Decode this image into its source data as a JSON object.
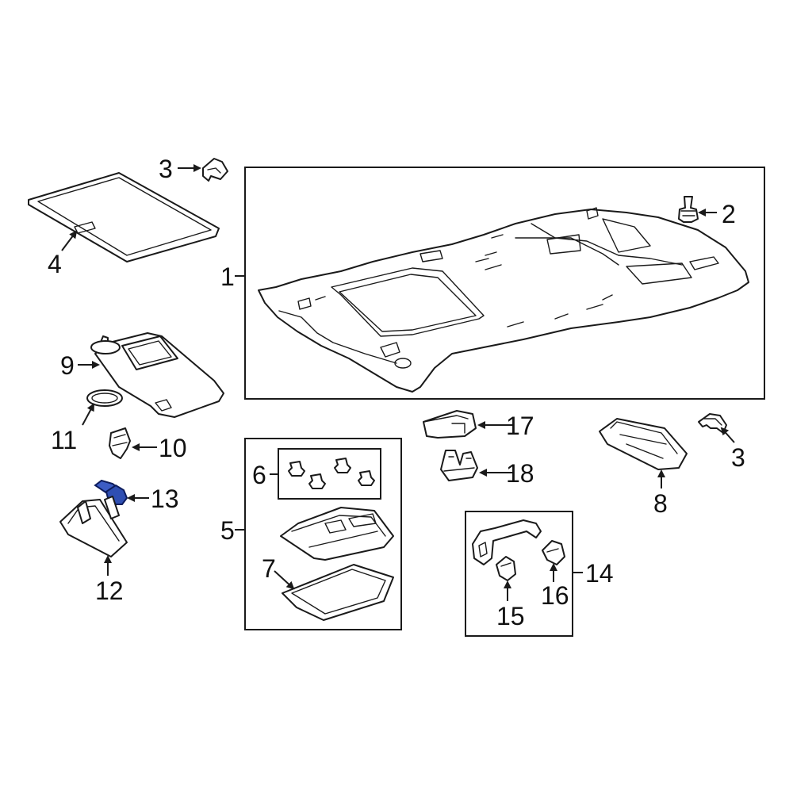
{
  "colors": {
    "background": "#ffffff",
    "line": "#1a1a1a",
    "highlight_fill": "#2f4fb3",
    "highlight_stroke": "#0d1c5c"
  },
  "highlighted_part": "13",
  "callouts": {
    "c1": "1",
    "c2": "2",
    "c3a": "3",
    "c3b": "3",
    "c4": "4",
    "c5": "5",
    "c6": "6",
    "c7": "7",
    "c8": "8",
    "c9": "9",
    "c10": "10",
    "c11": "11",
    "c12": "12",
    "c13": "13",
    "c14": "14",
    "c15": "15",
    "c16": "16",
    "c17": "17",
    "c18": "18"
  }
}
